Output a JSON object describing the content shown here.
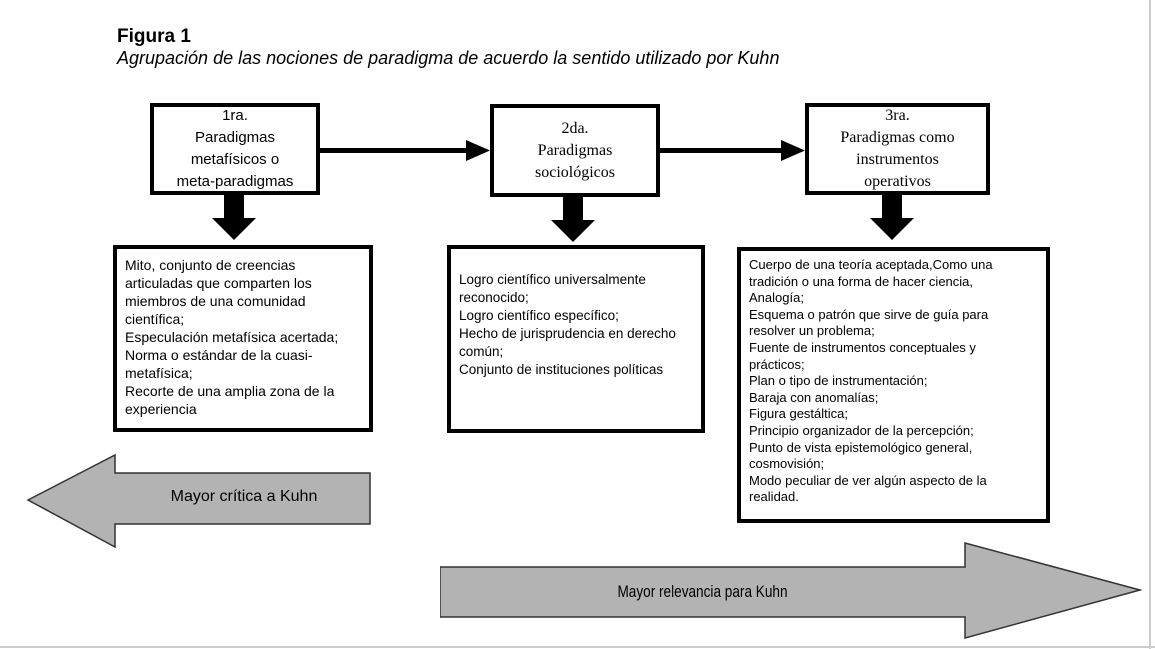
{
  "figure": {
    "label": "Figura 1",
    "caption": "Agrupación de las nociones de paradigma de acuerdo la sentido utilizado por Kuhn"
  },
  "stages": [
    {
      "header_lines": [
        "1ra.",
        "Paradigmas",
        "metafísicos o",
        "meta-paradigmas"
      ],
      "items": [
        "Mito, conjunto de creencias articuladas que comparten los miembros de una comunidad científica;",
        "Especulación metafísica acertada;",
        "Norma o estándar de la cuasi-metafísica;",
        "Recorte de una amplia zona de la experiencia"
      ]
    },
    {
      "header_lines": [
        "2da.",
        "Paradigmas",
        "sociológicos"
      ],
      "items": [
        "Logro científico universalmente reconocido;",
        "Logro científico específico;",
        "Hecho de jurisprudencia en derecho común;",
        "Conjunto de instituciones políticas"
      ]
    },
    {
      "header_lines": [
        "3ra.",
        "Paradigmas como",
        "instrumentos",
        "operativos"
      ],
      "items": [
        "Cuerpo de una teoría aceptada,Como una tradición o una forma de hacer ciencia, Analogía;",
        "Esquema o patrón que sirve de guía para resolver un problema;",
        "Fuente de instrumentos conceptuales y prácticos;",
        "Plan o tipo de instrumentación;",
        "Baraja con anomalías;",
        "Figura gestáltica;",
        "Principio organizador de la percepción;",
        "Punto de vista epistemológico general, cosmovisión;",
        "Modo peculiar de ver algún aspecto de la realidad."
      ]
    }
  ],
  "flow_arrows": {
    "left_label": "Mayor crítica a Kuhn",
    "right_label": "Mayor relevancia para Kuhn"
  },
  "colors": {
    "big_arrow_fill": "#b3b3b3",
    "big_arrow_stroke": "#333333",
    "connector": "#000000",
    "box_border": "#000000",
    "page_edge": "#cccccc"
  }
}
